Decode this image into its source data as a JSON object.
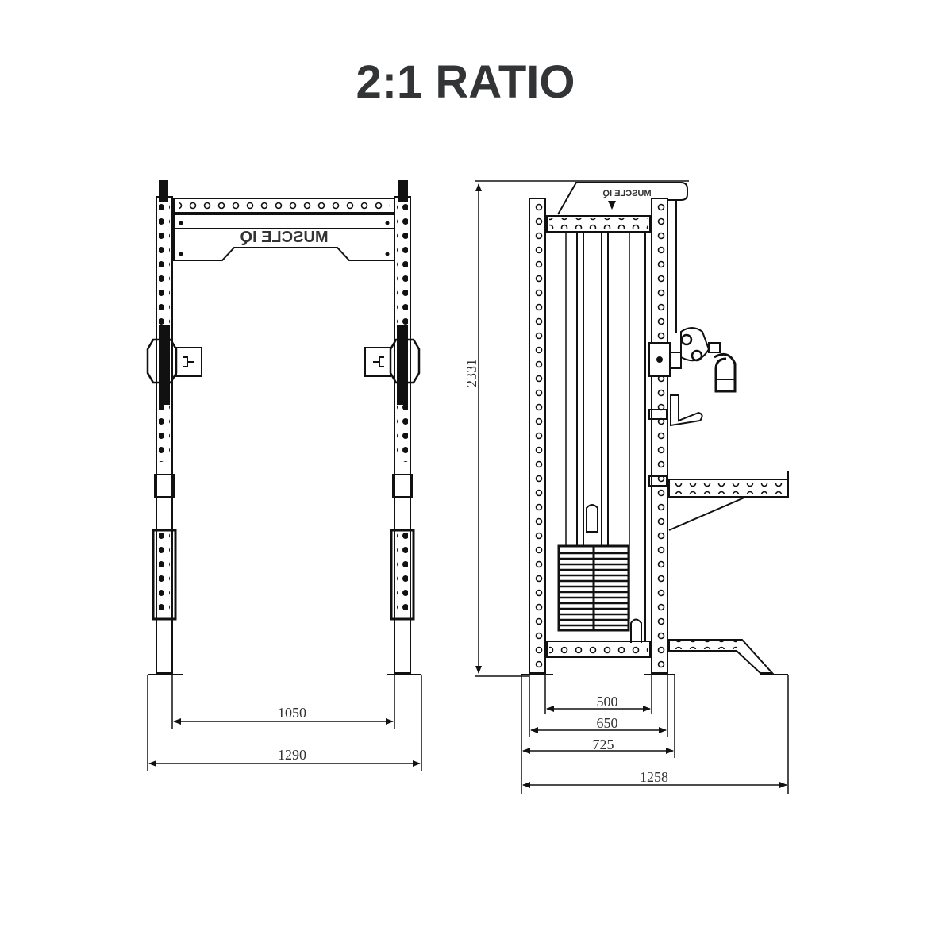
{
  "title": "2:1 RATIO",
  "front_view": {
    "brand_text": "MUSCLE IQ",
    "dimensions": {
      "inner_width": "1050",
      "outer_width": "1290"
    }
  },
  "side_view": {
    "brand_text": "MUSCLE IQ",
    "dimensions": {
      "height": "2331",
      "upright_spacing": "500",
      "frame_depth": "650",
      "base_depth": "725",
      "total_depth": "1258"
    }
  },
  "colors": {
    "title": "#333436",
    "line": "#111111",
    "background": "#ffffff"
  }
}
